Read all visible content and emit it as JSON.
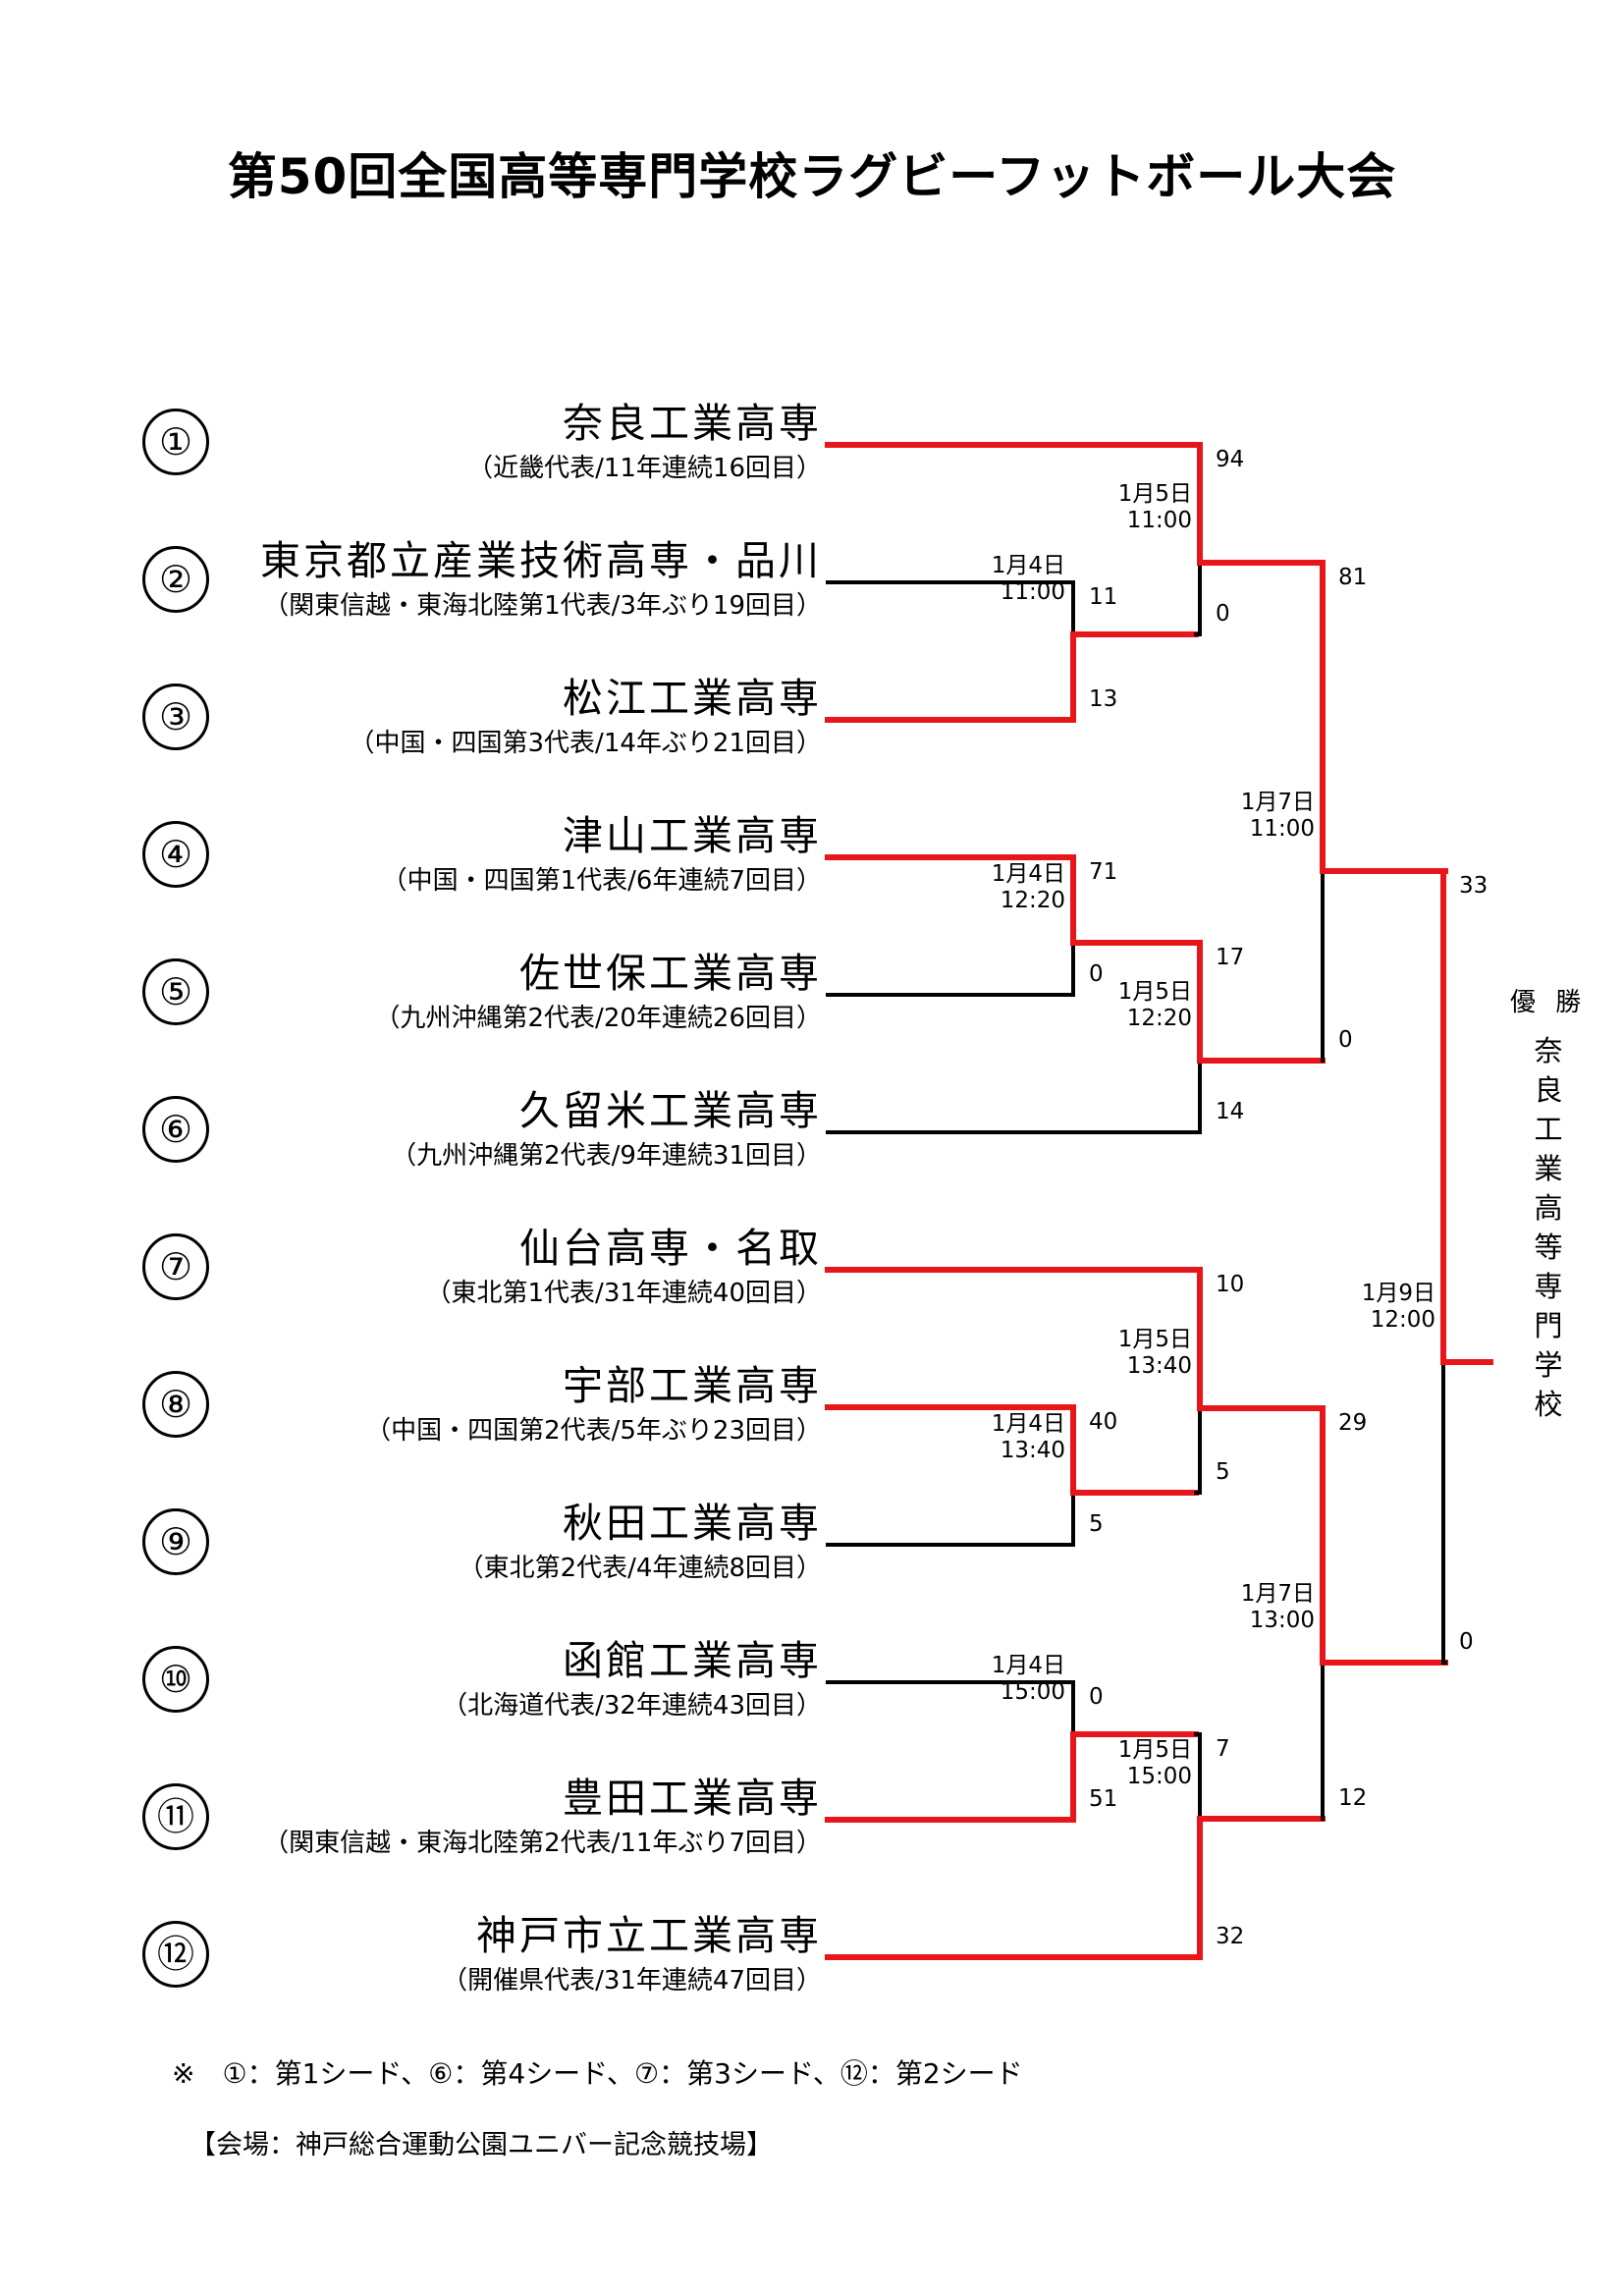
{
  "title": "第50回全国高等専門学校ラグビーフットボール大会",
  "colors": {
    "winner_line": "#e8161b",
    "loser_line": "#000000"
  },
  "teams": [
    {
      "seed": "①",
      "name": "奈良工業高専",
      "detail": "（近畿代表/11年連続16回目）"
    },
    {
      "seed": "②",
      "name": "東京都立産業技術高専・品川",
      "detail": "（関東信越・東海北陸第1代表/3年ぶり19回目）"
    },
    {
      "seed": "③",
      "name": "松江工業高専",
      "detail": "（中国・四国第3代表/14年ぶり21回目）"
    },
    {
      "seed": "④",
      "name": "津山工業高専",
      "detail": "（中国・四国第1代表/6年連続7回目）"
    },
    {
      "seed": "⑤",
      "name": "佐世保工業高専",
      "detail": "（九州沖縄第2代表/20年連続26回目）"
    },
    {
      "seed": "⑥",
      "name": "久留米工業高専",
      "detail": "（九州沖縄第2代表/9年連続31回目）"
    },
    {
      "seed": "⑦",
      "name": "仙台高専・名取",
      "detail": "（東北第1代表/31年連続40回目）"
    },
    {
      "seed": "⑧",
      "name": "宇部工業高専",
      "detail": "（中国・四国第2代表/5年ぶり23回目）"
    },
    {
      "seed": "⑨",
      "name": "秋田工業高専",
      "detail": "（東北第2代表/4年連続8回目）"
    },
    {
      "seed": "⑩",
      "name": "函館工業高専",
      "detail": "（北海道代表/32年連続43回目）"
    },
    {
      "seed": "⑪",
      "name": "豊田工業高専",
      "detail": "（関東信越・東海北陸第2代表/11年ぶり7回目）"
    },
    {
      "seed": "⑫",
      "name": "神戸市立工業高専",
      "detail": "（開催県代表/31年連続47回目）"
    }
  ],
  "matches": [
    {
      "id": "m1",
      "date": "1月4日",
      "time": "11:00",
      "top_score": "11",
      "bottom_score": "13",
      "winner": "bottom"
    },
    {
      "id": "m2",
      "date": "1月4日",
      "time": "12:20",
      "top_score": "71",
      "bottom_score": "0",
      "winner": "top"
    },
    {
      "id": "m3",
      "date": "1月4日",
      "time": "13:40",
      "top_score": "40",
      "bottom_score": "5",
      "winner": "top"
    },
    {
      "id": "m4",
      "date": "1月4日",
      "time": "15:00",
      "top_score": "0",
      "bottom_score": "51",
      "winner": "bottom"
    },
    {
      "id": "q1",
      "date": "1月5日",
      "time": "11:00",
      "top_score": "94",
      "bottom_score": "0",
      "winner": "top"
    },
    {
      "id": "q2",
      "date": "1月5日",
      "time": "12:20",
      "top_score": "17",
      "bottom_score": "14",
      "winner": "top"
    },
    {
      "id": "q3",
      "date": "1月5日",
      "time": "13:40",
      "top_score": "10",
      "bottom_score": "5",
      "winner": "top"
    },
    {
      "id": "q4",
      "date": "1月5日",
      "time": "15:00",
      "top_score": "7",
      "bottom_score": "32",
      "winner": "bottom"
    },
    {
      "id": "s1",
      "date": "1月7日",
      "time": "11:00",
      "top_score": "81",
      "bottom_score": "0",
      "winner": "top"
    },
    {
      "id": "s2",
      "date": "1月7日",
      "time": "13:00",
      "top_score": "29",
      "bottom_score": "12",
      "winner": "top"
    },
    {
      "id": "f",
      "date": "1月9日",
      "time": "12:00",
      "top_score": "33",
      "bottom_score": "0",
      "winner": "top"
    }
  ],
  "champion": {
    "label": "優 勝",
    "name": "奈良工業高等専門学校"
  },
  "note": "※　①：第1シード、⑥：第4シード、⑦：第3シード、⑫：第2シード",
  "venue": "【会場：神戸総合運動公園ユニバー記念競技場】"
}
